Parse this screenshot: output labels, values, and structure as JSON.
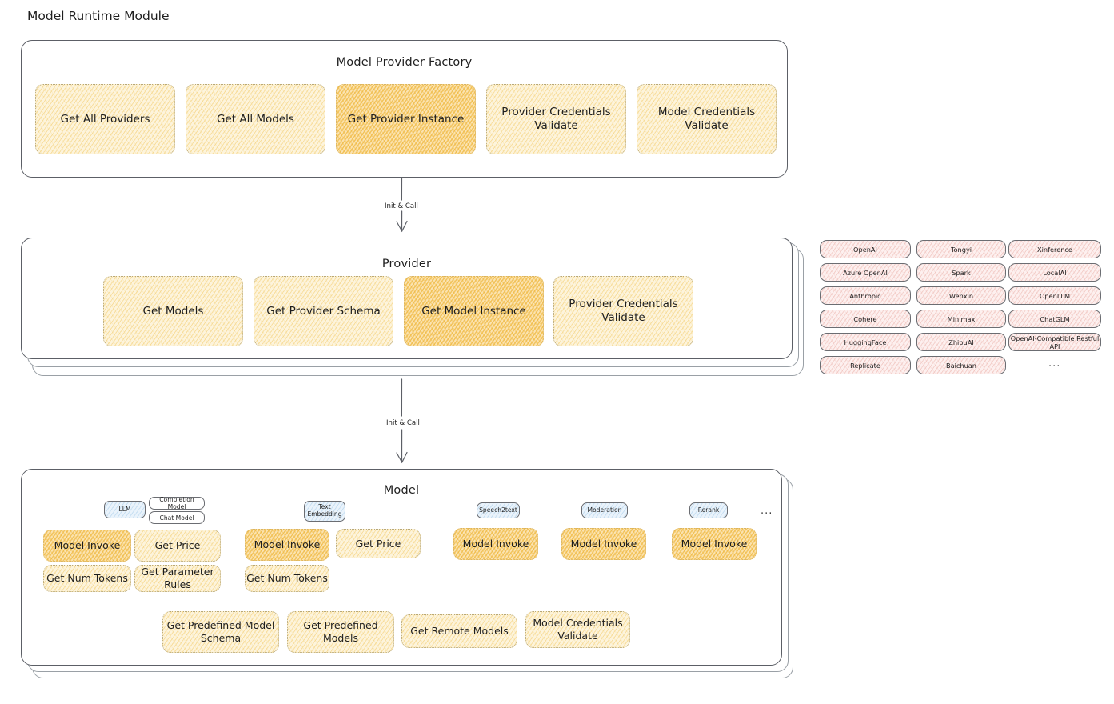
{
  "page": {
    "title": "Model Runtime Module"
  },
  "factory": {
    "title": "Model Provider Factory",
    "boxes": [
      {
        "label": "Get All Providers",
        "highlight": false
      },
      {
        "label": "Get All Models",
        "highlight": false
      },
      {
        "label": "Get Provider Instance",
        "highlight": true
      },
      {
        "label": "Provider Credentials Validate",
        "highlight": false
      },
      {
        "label": "Model Credentials Validate",
        "highlight": false
      }
    ]
  },
  "arrows": [
    {
      "label": "Init & Call"
    },
    {
      "label": "Init & Call"
    }
  ],
  "provider": {
    "title": "Provider",
    "boxes": [
      {
        "label": "Get Models",
        "highlight": false
      },
      {
        "label": "Get Provider Schema",
        "highlight": false
      },
      {
        "label": "Get Model Instance",
        "highlight": true
      },
      {
        "label": "Provider Credentials Validate",
        "highlight": false
      }
    ]
  },
  "provider_list": {
    "columns": [
      [
        "OpenAI",
        "Azure OpenAI",
        "Anthropic",
        "Cohere",
        "HuggingFace",
        "Replicate"
      ],
      [
        "Tongyi",
        "Spark",
        "Wenxin",
        "Minimax",
        "ZhipuAI",
        "Baichuan"
      ],
      [
        "Xinference",
        "LocalAI",
        "OpenLLM",
        "ChatGLM",
        "OpenAI-Compatible Restful API"
      ]
    ],
    "more": "..."
  },
  "model": {
    "title": "Model",
    "more": "...",
    "types": [
      {
        "badge": "LLM",
        "sub_badges": [
          "Completion Model",
          "Chat Model"
        ],
        "methods": [
          {
            "label": "Model Invoke",
            "highlight": true
          },
          {
            "label": "Get Price",
            "highlight": false
          },
          {
            "label": "Get Num Tokens",
            "highlight": false
          },
          {
            "label": "Get Parameter Rules",
            "highlight": false
          }
        ]
      },
      {
        "badge": "Text Embedding",
        "sub_badges": [],
        "methods": [
          {
            "label": "Model Invoke",
            "highlight": true
          },
          {
            "label": "Get Price",
            "highlight": false
          },
          {
            "label": "Get Num Tokens",
            "highlight": false
          }
        ]
      },
      {
        "badge": "Speech2text",
        "sub_badges": [],
        "methods": [
          {
            "label": "Model Invoke",
            "highlight": true
          }
        ]
      },
      {
        "badge": "Moderation",
        "sub_badges": [],
        "methods": [
          {
            "label": "Model Invoke",
            "highlight": true
          }
        ]
      },
      {
        "badge": "Rerank",
        "sub_badges": [],
        "methods": [
          {
            "label": "Model Invoke",
            "highlight": true
          }
        ]
      }
    ],
    "common_methods": [
      {
        "label": "Get Predefined Model Schema"
      },
      {
        "label": "Get Predefined Models"
      },
      {
        "label": "Get Remote Models"
      },
      {
        "label": "Model Credentials Validate"
      }
    ]
  },
  "colors": {
    "stroke": "#5c5f66",
    "fill_yellow": "#fdf4dc",
    "fill_yellow_hot": "#fbe3b0",
    "fill_pink": "#fdf0ef",
    "fill_blue": "#eaf3fb",
    "text": "#1e1e1e"
  }
}
